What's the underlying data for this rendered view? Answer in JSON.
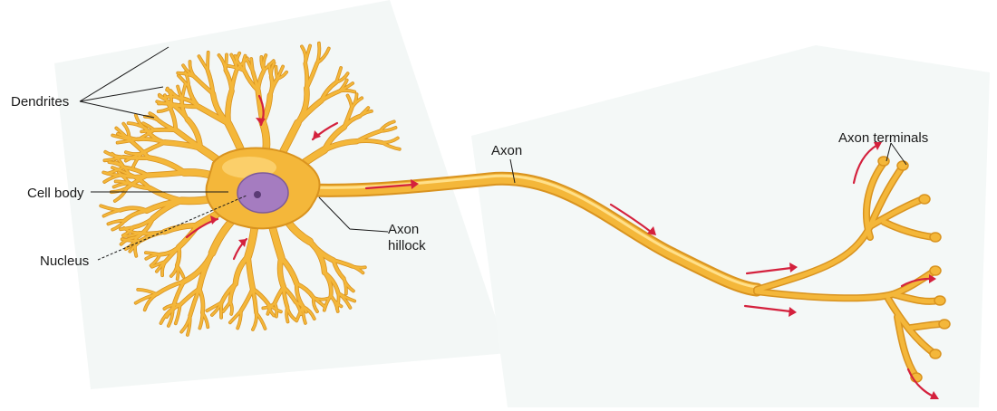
{
  "labels": {
    "dendrites": "Dendrites",
    "cell_body": "Cell body",
    "nucleus": "Nucleus",
    "axon_hillock_line1": "Axon",
    "axon_hillock_line2": "hillock",
    "axon": "Axon",
    "axon_terminals": "Axon terminals"
  },
  "colors": {
    "neuron_fill": "#f4b73a",
    "neuron_edge": "#d9931f",
    "neuron_highlight": "#ffe08a",
    "nucleus_fill": "#a57cc0",
    "nucleolus_fill": "#5b3b75",
    "arrow": "#d4213d",
    "leader_line": "#1a1a1a",
    "background_panel": "#f3f7f6"
  }
}
